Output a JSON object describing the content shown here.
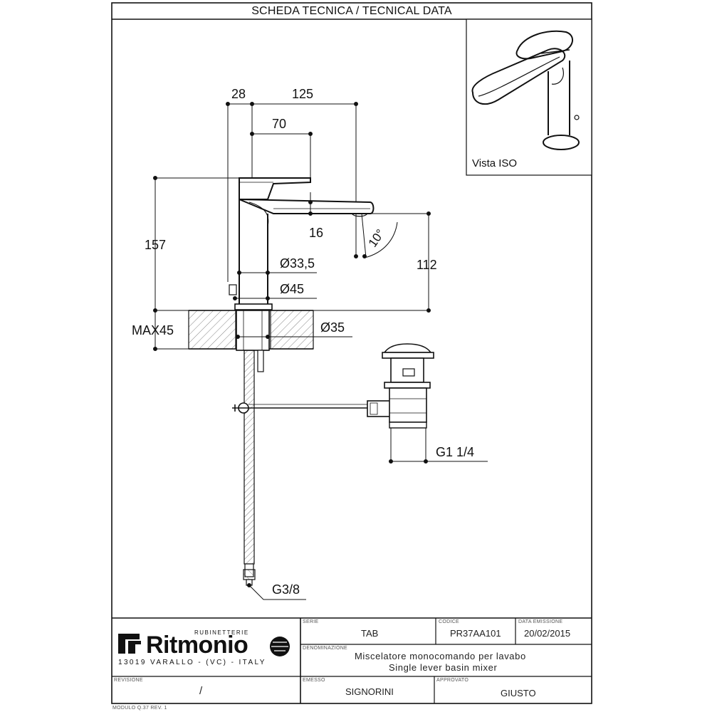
{
  "header": {
    "title": "SCHEDA TECNICA / TECNICAL DATA"
  },
  "iso_view": {
    "label": "Vista ISO"
  },
  "dimensions": {
    "d28": "28",
    "d125": "125",
    "d70": "70",
    "d157": "157",
    "d16": "16",
    "angle": "10°",
    "dia335": "Ø33,5",
    "d112": "112",
    "dia45": "Ø45",
    "max45": "MAX45",
    "dia35": "Ø35",
    "g114": "G1 1/4",
    "g38": "G3/8"
  },
  "title_block": {
    "brand": "Ritmonio",
    "brand_top": "RUBINETTERIE",
    "address": "13019 VARALLO - (VC) - ITALY",
    "serie_label": "SERIE",
    "serie_value": "TAB",
    "codice_label": "CODICE",
    "codice_value": "PR37AA101",
    "data_label": "DATA EMISSIONE",
    "data_value": "20/02/2015",
    "denominazione_label": "DENOMINAZIONE",
    "denominazione_it": "Miscelatore monocomando per lavabo",
    "denominazione_en": "Single lever basin mixer",
    "revisione_label": "REVISIONE",
    "revisione_value": "/",
    "emesso_label": "EMESSO",
    "emesso_value": "SIGNORINI",
    "approvato_label": "APPROVATO",
    "approvato_value": "GIUSTO",
    "modulo": "MODULO Q.37 REV. 1"
  }
}
